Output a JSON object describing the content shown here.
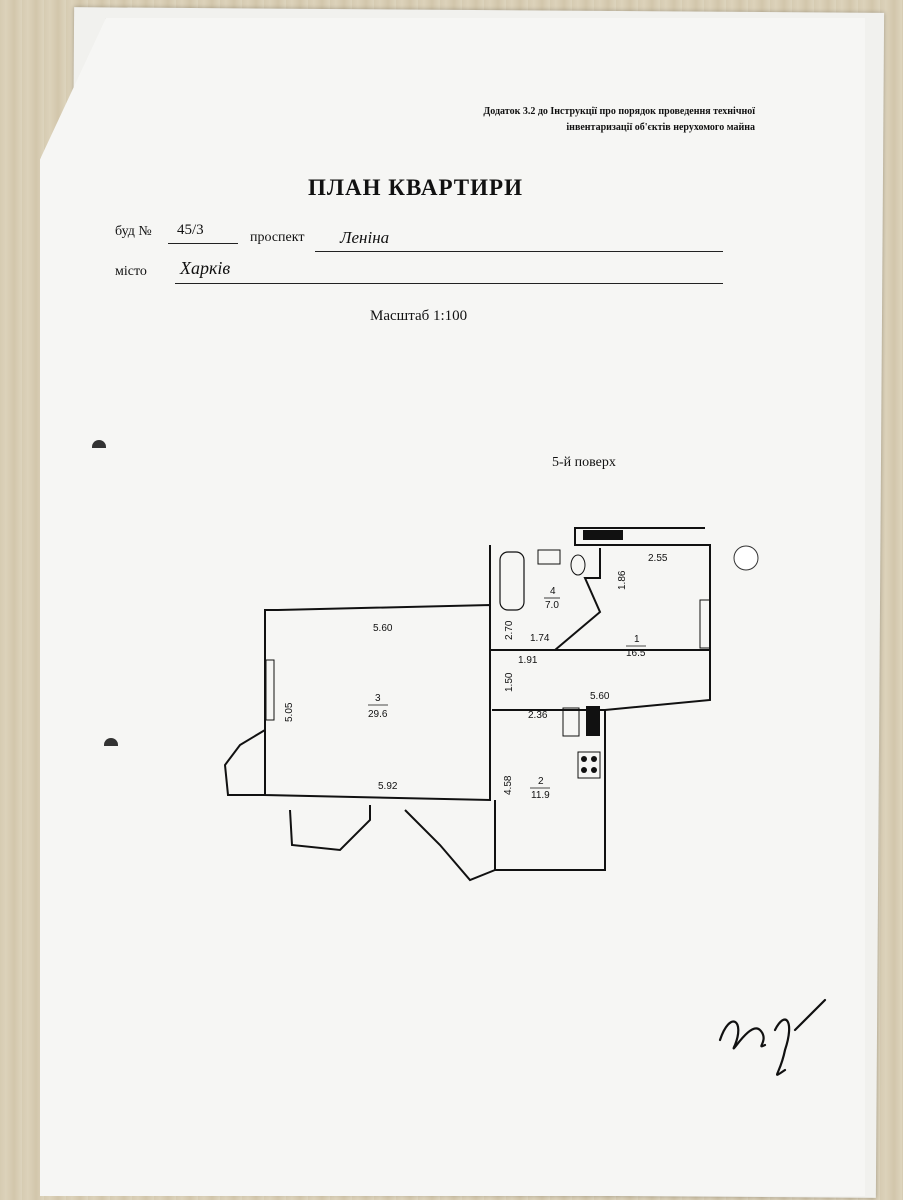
{
  "document": {
    "annex_line1": "Додаток 3.2 до Інструкції про порядок проведення технічної",
    "annex_line2": "інвентаризації об'єктів нерухомого майна",
    "title": "ПЛАН КВАРТИРИ",
    "building_label": "буд №",
    "building_number": "45/3",
    "street_type_label": "проспект",
    "street_name": "Леніна",
    "city_label": "місто",
    "city_name": "Харків",
    "scale": "Масштаб 1:100",
    "floor": "5-й поверх"
  },
  "plan": {
    "rooms": [
      {
        "number": "1",
        "area": "16.5"
      },
      {
        "number": "2",
        "area": "11.9"
      },
      {
        "number": "3",
        "area": "29.6"
      },
      {
        "number": "4",
        "area": "7.0"
      }
    ],
    "dimensions": [
      "5.60",
      "5.05",
      "5.92",
      "2.70",
      "1.74",
      "1.86",
      "2.55",
      "1.91",
      "1.50",
      "5.60",
      "2.36",
      "4.58"
    ]
  },
  "colors": {
    "ink": "#111111",
    "paper": "#f6f6f4",
    "desk": "#d9cfb8"
  }
}
